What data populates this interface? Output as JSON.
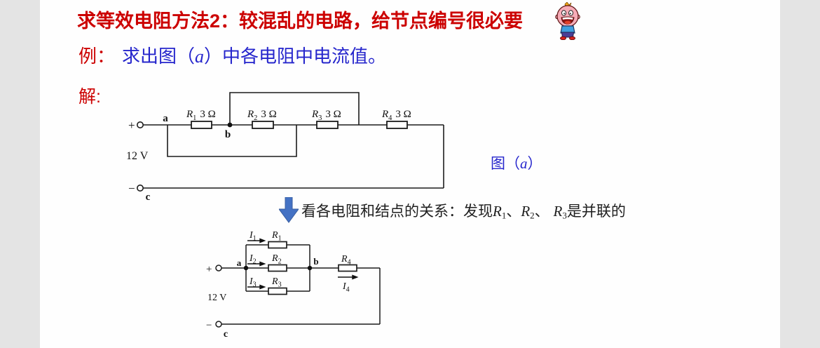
{
  "colors": {
    "margin_bg": "#e4e4e4",
    "slide_bg": "#fefefe",
    "title_red": "#cc0000",
    "text_blue": "#2525cc",
    "arrow_blue": "#4472c4",
    "circuit_ink": "#1c1c1c"
  },
  "title": {
    "text": "求等效电阻方法2：较混乱的电路，给节点编号很必要"
  },
  "example": {
    "label": "例：",
    "pre": "求出图（",
    "var": "a",
    "post": "）中各电阻中电流值。"
  },
  "solution": {
    "label": "解:"
  },
  "figure_label": {
    "pre": "图（",
    "var": "a",
    "post": "）"
  },
  "note": {
    "pre": "看各电阻和结点的关系：发现",
    "r1_ref": "R",
    "r1_sub": "1",
    "sep1": "、",
    "r2_ref": "R",
    "r2_sub": "2",
    "sep2": "、 ",
    "r3_ref": "R",
    "r3_sub": "3",
    "post": "是并联的"
  },
  "circuit_a": {
    "plus": "+",
    "minus": "−",
    "voltage": "12 V",
    "node_a": "a",
    "node_b": "b",
    "node_c": "c",
    "r1_ref": "R",
    "r1_sub": "1",
    "r1_val": "3 Ω",
    "r2_ref": "R",
    "r2_sub": "2",
    "r2_val": "3 Ω",
    "r3_ref": "R",
    "r3_sub": "3",
    "r3_val": "3 Ω",
    "r4_ref": "R",
    "r4_sub": "4",
    "r4_val": "3 Ω"
  },
  "circuit_b": {
    "plus": "+",
    "minus": "−",
    "voltage": "12 V",
    "node_a": "a",
    "node_b": "b",
    "node_c": "c",
    "r1_ref": "R",
    "r1_sub": "1",
    "r2_ref": "R",
    "r2_sub": "2",
    "r3_ref": "R",
    "r3_sub": "3",
    "r4_ref": "R",
    "r4_sub": "4",
    "i1_ref": "I",
    "i1_sub": "1",
    "i2_ref": "I",
    "i2_sub": "2",
    "i3_ref": "I",
    "i3_sub": "3",
    "i4_ref": "I",
    "i4_sub": "4"
  }
}
